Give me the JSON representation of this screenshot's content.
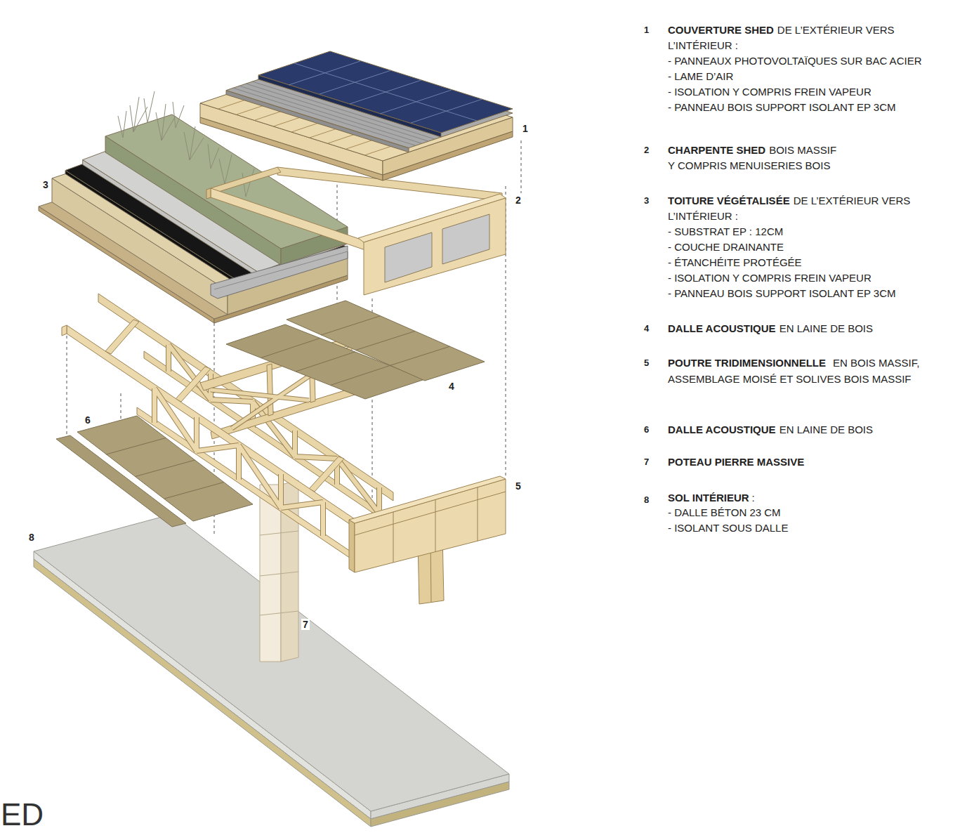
{
  "diagram": {
    "labels": [
      "1",
      "2",
      "3",
      "4",
      "5",
      "6",
      "7",
      "8",
      "ED",
      "1",
      "COUVERTURE SHED",
      "DE L’EXTÉRIEUR VERS",
      "L’INTÉRIEUR :",
      "- PANNEAUX PHOTOVOLTAÏQUES SUR BAC ACIER",
      "- LAME D’AIR",
      "- ISOLATION Y COMPRIS FREIN VAPEUR",
      "- PANNEAU BOIS SUPPORT ISOLANT EP 3CM",
      "2",
      "CHARPENTE SHED",
      "BOIS MASSIF",
      "Y COMPRIS MENUISERIES BOIS",
      "3",
      "TOITURE VÉGÉTALISÉE",
      "DE L’EXTÉRIEUR VERS",
      "L’INTÉRIEUR :",
      "- SUBSTRAT EP : 12CM",
      "- COUCHE DRAINANTE",
      "- ÉTANCHÉITE PROTÉGÉE",
      "- ISOLATION Y COMPRIS FREIN VAPEUR",
      "- PANNEAU BOIS SUPPORT ISOLANT EP 3CM",
      "4",
      "DALLE ACOUSTIQUE",
      "EN LAINE DE BOIS",
      "5",
      "POUTRE TRIDIMENSIONNELLE",
      "EN BOIS MASSIF,",
      "ASSEMBLAGE MOISÉ ET SOLIVES BOIS MASSIF",
      "6",
      "DALLE ACOUSTIQUE",
      "EN LAINE DE BOIS",
      "7",
      "POTEAU PIERRE MASSIVE",
      "8",
      "SOL INTÉRIEUR",
      ":",
      "- DALLE BÉTON 23 CM",
      "- ISOLANT SOUS DALLE"
    ]
  }
}
